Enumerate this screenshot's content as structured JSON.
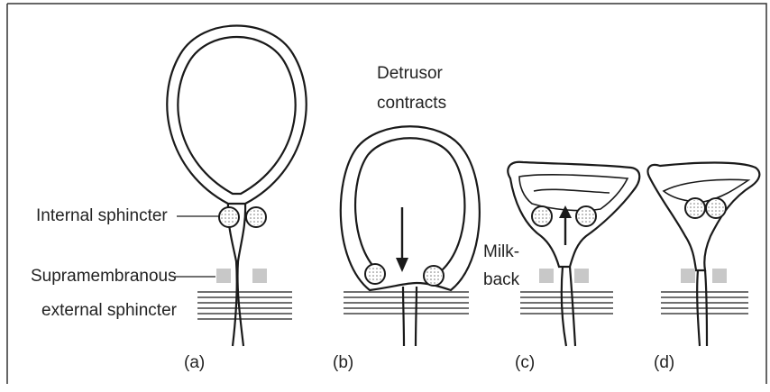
{
  "labels": {
    "internal_sphincter": "Internal sphincter",
    "supramembranous_line1": "Supramembranous",
    "supramembranous_line2": "external sphincter",
    "detrusor_line1": "Detrusor",
    "detrusor_line2": "contracts",
    "milk_line1": "Milk-",
    "milk_line2": "back"
  },
  "panels": [
    {
      "letter": "(a)"
    },
    {
      "letter": "(b)"
    },
    {
      "letter": "(c)"
    },
    {
      "letter": "(d)"
    }
  ],
  "colors": {
    "line": "#1a1a1a",
    "external_sphincter": "#c8c8c8",
    "frame": "#333333",
    "background": "#ffffff"
  }
}
